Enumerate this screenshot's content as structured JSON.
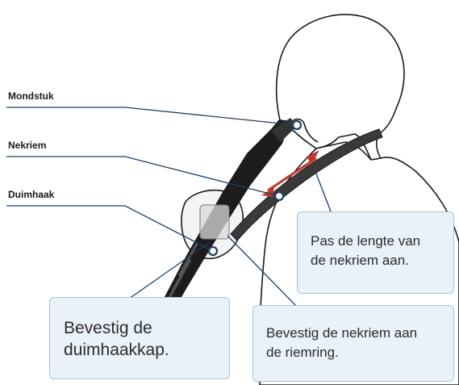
{
  "labels": {
    "mouthpiece": "Mondstuk",
    "neck_strap": "Nekriem",
    "thumb_hook": "Duimhaak"
  },
  "callouts": {
    "strap_length": [
      "Pas de lengte van",
      "de nekriem aan."
    ],
    "thumb_cap": [
      "Bevestig de",
      "duimhaakkap."
    ],
    "strap_ring": [
      "Bevestig de nekriem aan",
      "de riemring."
    ]
  },
  "colors": {
    "leader_line": "#1f3f66",
    "arrow": "#c0392b",
    "callout_fill": "#e9f1f9",
    "callout_border": "#a9c3dc",
    "instrument": "#1c1c1c"
  }
}
